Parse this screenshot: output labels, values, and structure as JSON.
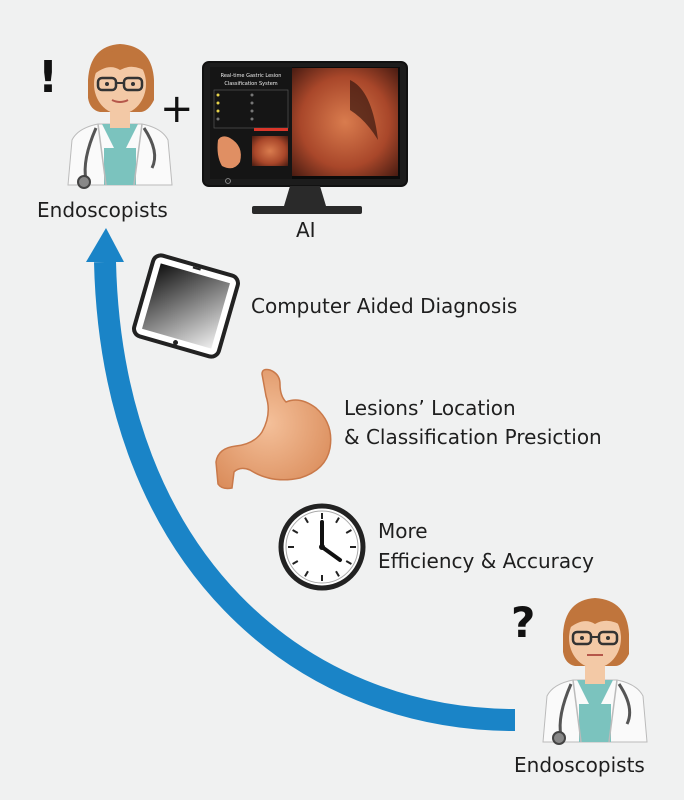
{
  "labels": {
    "endoscopists_top": "Endoscopists",
    "ai": "AI",
    "cad": "Computer Aided Diagnosis",
    "lesions_line1": "Lesions’ Location",
    "lesions_line2": "& Classification Presiction",
    "more_line1": "More",
    "more_line2": "Efficiency & Accuracy",
    "endoscopists_bottom": "Endoscopists"
  },
  "symbols": {
    "exclamation": "!",
    "plus": "+",
    "question": "?"
  },
  "monitor_screen": {
    "title_line1": "Real-time Gastric Lesion",
    "title_line2": "Classification System"
  },
  "colors": {
    "background": "#f0f1f1",
    "arrow": "#1a84c7",
    "stomach": "#e7a67a",
    "scrub": "#7bc3be",
    "hair": "#c0753c"
  }
}
